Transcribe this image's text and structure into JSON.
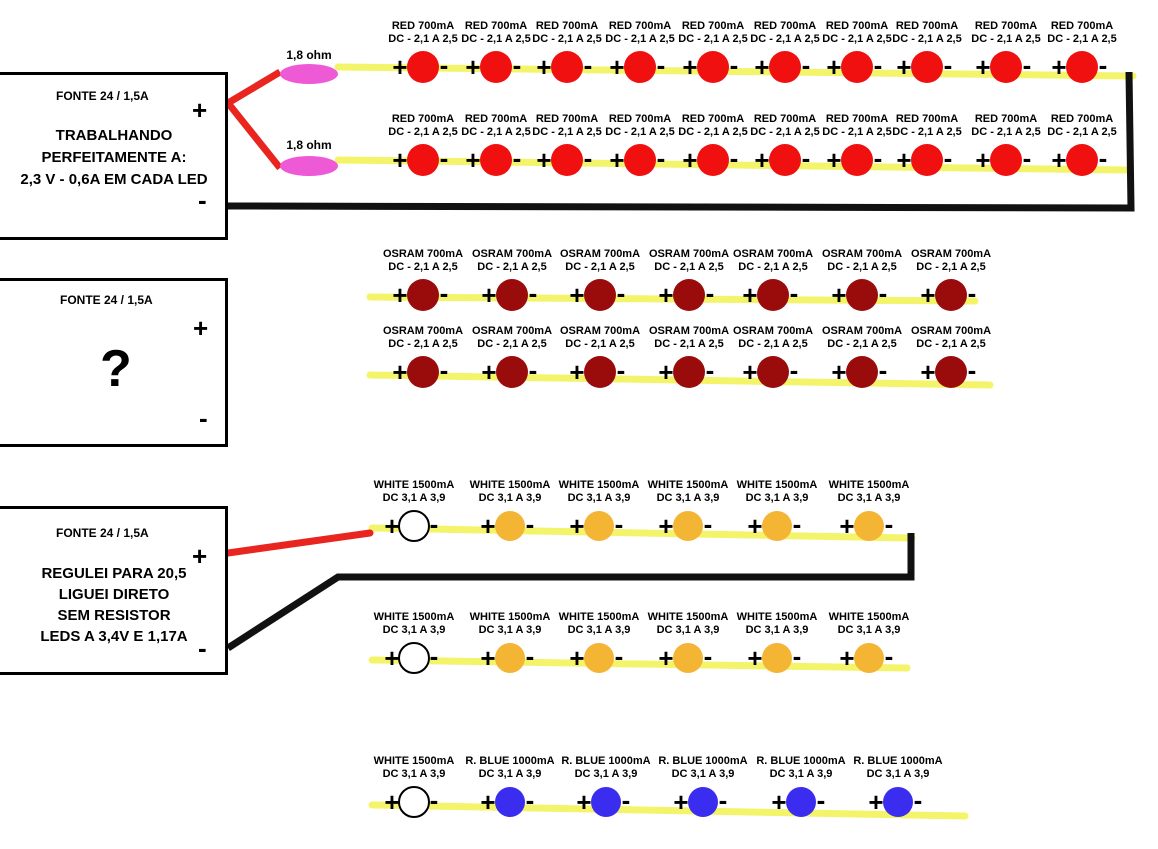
{
  "colors": {
    "strip": "#f4f46a",
    "wire_positive": "#e8261f",
    "wire_negative": "#111111",
    "resistor": "#ee5ad6",
    "red_led": "#f01010",
    "osram_led": "#9a0c0c",
    "amber_led": "#f4b534",
    "blue_led": "#3a2df0",
    "white_led": "#ffffff"
  },
  "box1": {
    "title": "FONTE 24 / 1,5A",
    "line1": "TRABALHANDO",
    "line2": "PERFEITAMENTE A:",
    "line3": "2,3 V - 0,6A EM CADA LED",
    "plus": "+",
    "minus": "-"
  },
  "box2": {
    "title": "FONTE 24 / 1,5A",
    "question": "?",
    "plus": "+",
    "minus": "-"
  },
  "box3": {
    "title": "FONTE 24 / 1,5A",
    "line1": "REGULEI PARA 20,5",
    "line2": "LIGUEI DIRETO",
    "line3": "SEM RESISTOR",
    "line4": "LEDS  A 3,4V E 1,17A",
    "plus": "+",
    "minus": "-"
  },
  "resistors": [
    {
      "label": "1,8 ohm"
    },
    {
      "label": "1,8 ohm"
    }
  ],
  "rows": [
    {
      "name": "red-row-1",
      "leds": [
        {
          "type": "red",
          "l1": "RED 700mA",
          "l2": "DC - 2,1 A 2,5"
        },
        {
          "type": "red",
          "l1": "RED 700mA",
          "l2": "DC - 2,1 A 2,5"
        },
        {
          "type": "red",
          "l1": "RED 700mA",
          "l2": "DC - 2,1 A 2,5"
        },
        {
          "type": "red",
          "l1": "RED 700mA",
          "l2": "DC - 2,1 A 2,5"
        },
        {
          "type": "red",
          "l1": "RED 700mA",
          "l2": "DC - 2,1 A 2,5"
        },
        {
          "type": "red",
          "l1": "RED 700mA",
          "l2": "DC - 2,1 A 2,5"
        },
        {
          "type": "red",
          "l1": "RED 700mA",
          "l2": "DC - 2,1 A 2,5"
        },
        {
          "type": "red",
          "l1": "RED 700mA",
          "l2": "DC - 2,1 A 2,5"
        },
        {
          "type": "red",
          "l1": "RED 700mA",
          "l2": "DC - 2,1 A 2,5"
        },
        {
          "type": "red",
          "l1": "RED 700mA",
          "l2": "DC - 2,1 A 2,5"
        }
      ]
    },
    {
      "name": "red-row-2",
      "leds": [
        {
          "type": "red",
          "l1": "RED 700mA",
          "l2": "DC - 2,1 A 2,5"
        },
        {
          "type": "red",
          "l1": "RED 700mA",
          "l2": "DC - 2,1 A 2,5"
        },
        {
          "type": "red",
          "l1": "RED 700mA",
          "l2": "DC - 2,1 A 2,5"
        },
        {
          "type": "red",
          "l1": "RED 700mA",
          "l2": "DC - 2,1 A 2,5"
        },
        {
          "type": "red",
          "l1": "RED 700mA",
          "l2": "DC - 2,1 A 2,5"
        },
        {
          "type": "red",
          "l1": "RED 700mA",
          "l2": "DC - 2,1 A 2,5"
        },
        {
          "type": "red",
          "l1": "RED 700mA",
          "l2": "DC - 2,1 A 2,5"
        },
        {
          "type": "red",
          "l1": "RED 700mA",
          "l2": "DC - 2,1 A 2,5"
        },
        {
          "type": "red",
          "l1": "RED 700mA",
          "l2": "DC - 2,1 A 2,5"
        },
        {
          "type": "red",
          "l1": "RED 700mA",
          "l2": "DC - 2,1 A 2,5"
        }
      ]
    },
    {
      "name": "osram-row-1",
      "leds": [
        {
          "type": "osram",
          "l1": "OSRAM 700mA",
          "l2": "DC - 2,1 A 2,5"
        },
        {
          "type": "osram",
          "l1": "OSRAM 700mA",
          "l2": "DC - 2,1 A 2,5"
        },
        {
          "type": "osram",
          "l1": "OSRAM 700mA",
          "l2": "DC - 2,1 A 2,5"
        },
        {
          "type": "osram",
          "l1": "OSRAM 700mA",
          "l2": "DC - 2,1 A 2,5"
        },
        {
          "type": "osram",
          "l1": "OSRAM 700mA",
          "l2": "DC - 2,1 A 2,5"
        },
        {
          "type": "osram",
          "l1": "OSRAM 700mA",
          "l2": "DC - 2,1 A 2,5"
        },
        {
          "type": "osram",
          "l1": "OSRAM 700mA",
          "l2": "DC - 2,1 A 2,5"
        }
      ]
    },
    {
      "name": "osram-row-2",
      "leds": [
        {
          "type": "osram",
          "l1": "OSRAM 700mA",
          "l2": "DC - 2,1 A 2,5"
        },
        {
          "type": "osram",
          "l1": "OSRAM 700mA",
          "l2": "DC - 2,1 A 2,5"
        },
        {
          "type": "osram",
          "l1": "OSRAM 700mA",
          "l2": "DC - 2,1 A 2,5"
        },
        {
          "type": "osram",
          "l1": "OSRAM 700mA",
          "l2": "DC - 2,1 A 2,5"
        },
        {
          "type": "osram",
          "l1": "OSRAM 700mA",
          "l2": "DC - 2,1 A 2,5"
        },
        {
          "type": "osram",
          "l1": "OSRAM 700mA",
          "l2": "DC - 2,1 A 2,5"
        },
        {
          "type": "osram",
          "l1": "OSRAM 700mA",
          "l2": "DC - 2,1 A 2,5"
        }
      ]
    },
    {
      "name": "white-row-1",
      "leds": [
        {
          "type": "white",
          "l1": "WHITE 1500mA",
          "l2": "DC 3,1 A 3,9"
        },
        {
          "type": "amber",
          "l1": "WHITE 1500mA",
          "l2": "DC 3,1 A 3,9"
        },
        {
          "type": "amber",
          "l1": "WHITE 1500mA",
          "l2": "DC 3,1 A 3,9"
        },
        {
          "type": "amber",
          "l1": "WHITE 1500mA",
          "l2": "DC 3,1 A 3,9"
        },
        {
          "type": "amber",
          "l1": "WHITE 1500mA",
          "l2": "DC 3,1 A 3,9"
        },
        {
          "type": "amber",
          "l1": "WHITE 1500mA",
          "l2": "DC 3,1 A 3,9"
        }
      ]
    },
    {
      "name": "white-row-2",
      "leds": [
        {
          "type": "white",
          "l1": "WHITE 1500mA",
          "l2": "DC 3,1 A 3,9"
        },
        {
          "type": "amber",
          "l1": "WHITE 1500mA",
          "l2": "DC 3,1 A 3,9"
        },
        {
          "type": "amber",
          "l1": "WHITE 1500mA",
          "l2": "DC 3,1 A 3,9"
        },
        {
          "type": "amber",
          "l1": "WHITE 1500mA",
          "l2": "DC 3,1 A 3,9"
        },
        {
          "type": "amber",
          "l1": "WHITE 1500mA",
          "l2": "DC 3,1 A 3,9"
        },
        {
          "type": "amber",
          "l1": "WHITE 1500mA",
          "l2": "DC 3,1 A 3,9"
        }
      ]
    },
    {
      "name": "blue-row",
      "leds": [
        {
          "type": "white",
          "l1": "WHITE 1500mA",
          "l2": "DC 3,1 A 3,9"
        },
        {
          "type": "blue",
          "l1": "R. BLUE 1000mA",
          "l2": "DC 3,1 A 3,9"
        },
        {
          "type": "blue",
          "l1": "R. BLUE 1000mA",
          "l2": "DC 3,1 A 3,9"
        },
        {
          "type": "blue",
          "l1": "R. BLUE 1000mA",
          "l2": "DC 3,1 A 3,9"
        },
        {
          "type": "blue",
          "l1": "R. BLUE 1000mA",
          "l2": "DC 3,1 A 3,9"
        },
        {
          "type": "blue",
          "l1": "R. BLUE 1000mA",
          "l2": "DC 3,1 A 3,9"
        }
      ]
    }
  ],
  "led_terminals": {
    "plus": "+",
    "minus": "-"
  }
}
